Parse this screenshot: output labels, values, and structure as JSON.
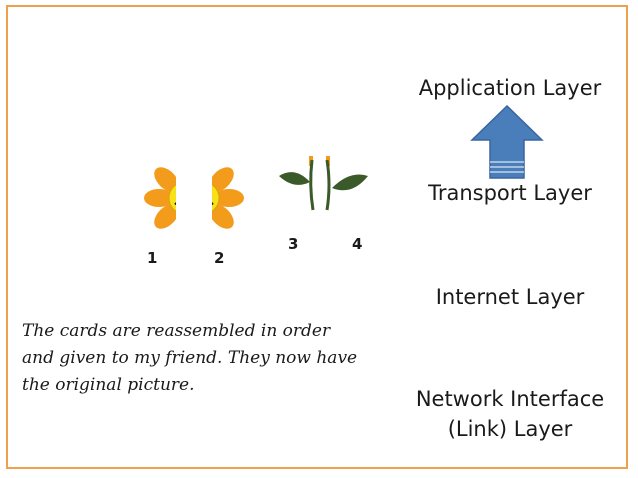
{
  "layers": {
    "application": "Application Layer",
    "transport": "Transport Layer",
    "internet": "Internet Layer",
    "network_line1": "Network Interface",
    "network_line2": "(Link) Layer"
  },
  "card_numbers": [
    "1",
    "2",
    "3",
    "4"
  ],
  "caption": "The cards are reassembled in order and given to my friend. They now have the original picture.",
  "arrow": {
    "direction": "up",
    "color": "#4a7ebb"
  },
  "colors": {
    "border": "#f0a04b",
    "petal": "#f39c1c",
    "face": "#f7e21a",
    "leaf": "#3b5a2a"
  }
}
